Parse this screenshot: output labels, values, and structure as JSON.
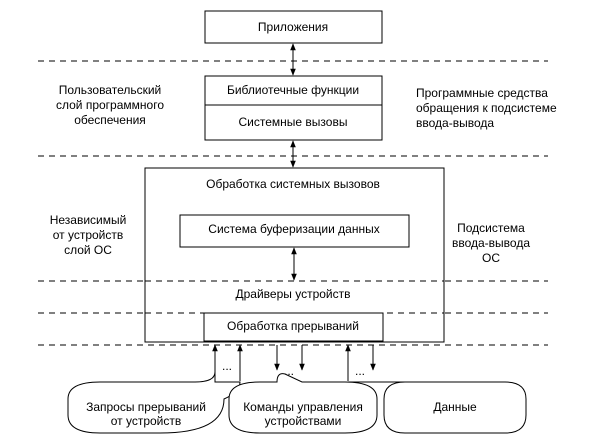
{
  "boxes": {
    "applications": "Приложения",
    "library_functions": "Библиотечные функции",
    "system_calls": "Системные вызовы",
    "syscall_processing": "Обработка системных вызовов",
    "buffering_system": "Система буферизации данных",
    "device_drivers": "Драйверы устройств",
    "interrupt_processing": "Обработка прерываний"
  },
  "dots": "...",
  "bottom": {
    "interrupt_requests": [
      "Запросы прерываний",
      "от устройств"
    ],
    "control_commands": [
      "Команды управления",
      "устройствами"
    ],
    "data": "Данные"
  },
  "side_labels": {
    "user_layer": [
      "Пользовательский",
      "слой программного",
      "обеспечения"
    ],
    "device_independent_layer": [
      "Независимый",
      "от устройств",
      "слой ОС"
    ],
    "io_access_software": [
      "Программные средства",
      "обращения к подсистеме",
      "ввода-вывода"
    ],
    "io_subsystem": [
      "Подсистема",
      "ввода-вывода",
      "ОС"
    ]
  }
}
